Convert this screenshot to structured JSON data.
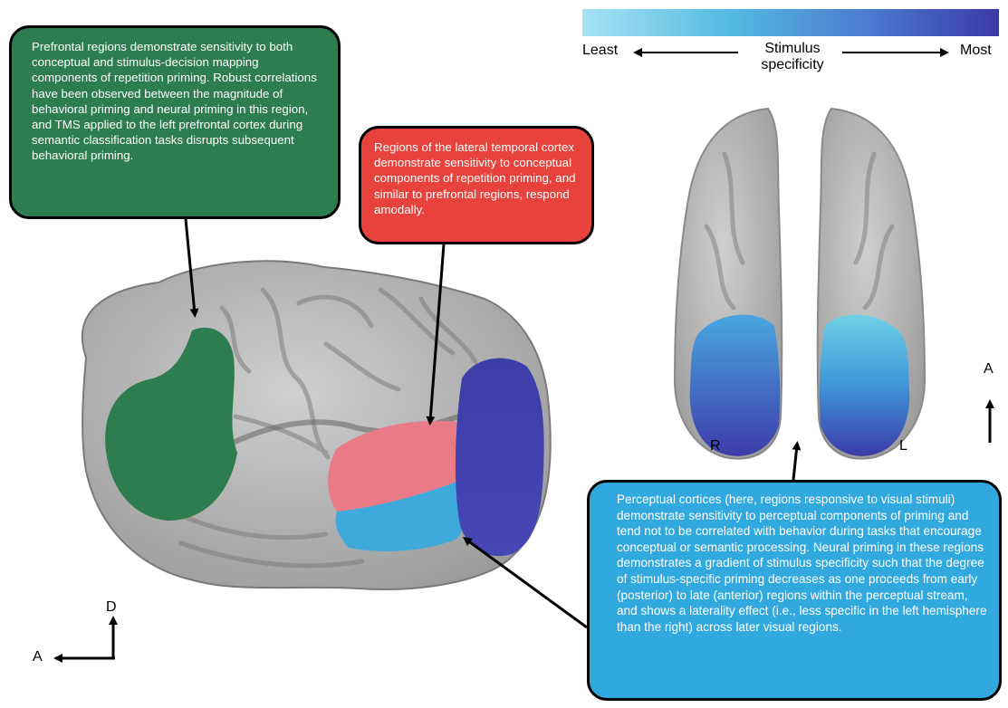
{
  "scale": {
    "gradient_colors": [
      "#a6e3f2",
      "#55bbe3",
      "#4b78cf",
      "#3a3aa6"
    ],
    "least": "Least",
    "most": "Most",
    "title_line1": "Stimulus",
    "title_line2": "specificity"
  },
  "callouts": {
    "prefrontal": "Prefrontal regions demonstrate sensitivity to both conceptual and stimulus-decision mapping components of repetition priming. Robust correlations have been observed between the magnitude of behavioral priming and neural priming in this region, and TMS applied to the left prefrontal cortex during semantic classification tasks disrupts subsequent behavioral priming.",
    "temporal": "Regions of the lateral temporal cortex demonstrate sensitivity to conceptual components of repetition priming, and similar to prefrontal regions, respond amodally.",
    "perceptual": "Perceptual cortices (here, regions responsive to visual stimuli) demonstrate sensitivity to perceptual components of priming and tend not to be correlated with behavior during tasks that encourage conceptual or semantic processing. Neural priming in these regions demonstrates a gradient of stimulus specificity such that the degree of stimulus-specific priming decreases as one proceeds from early (posterior) to late (anterior) regions within the perceptual stream, and shows a laterality effect (i.e., less specific in the left hemisphere than the right) across later visual regions."
  },
  "orientation": {
    "lateral_dorsal": "D",
    "lateral_anterior": "A",
    "ventral_anterior": "A",
    "ventral_right": "R",
    "ventral_left": "L"
  },
  "colors": {
    "prefrontal": "#2e7d4f",
    "temporal": "#e8423d",
    "perceptual": "#31a9de",
    "cortex": "#b5b5b5"
  }
}
